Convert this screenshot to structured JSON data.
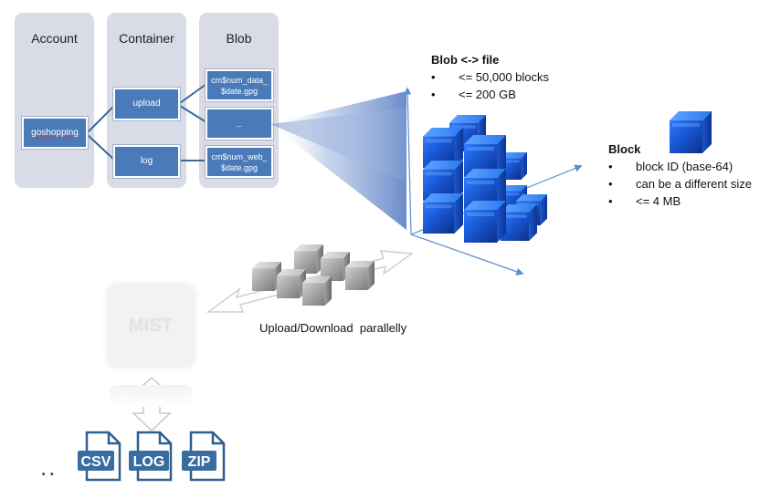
{
  "columns": {
    "account": "Account",
    "container": "Container",
    "blob": "Blob"
  },
  "account_box": "goshopping",
  "containers": {
    "upload": "upload",
    "log": "log"
  },
  "blobs": {
    "first_line1": "cm$num_data_",
    "first_line2": "$date.gpg",
    "middle": "...",
    "last_line1": "cm$num_web_",
    "last_line2": "$date.gpg"
  },
  "blob_file": {
    "heading": "Blob <-> file",
    "items": [
      "<= 50,000 blocks",
      "<= 200 GB"
    ]
  },
  "block": {
    "heading": "Block",
    "items": [
      "block ID (base-64)",
      "can be a different size",
      "<= 4 MB"
    ]
  },
  "transfer_caption": "Upload/Download  parallelly",
  "mist_label": "MIST",
  "files": {
    "csv": "CSV",
    "log": "LOG",
    "zip": "ZIP",
    "ellipsis": ".."
  },
  "colors": {
    "column_bg": "#d9dbe6",
    "box_blue": "#4a7ab8",
    "cube_blue": "#1f5fd6",
    "arrow_blue": "#5b8fd0"
  }
}
